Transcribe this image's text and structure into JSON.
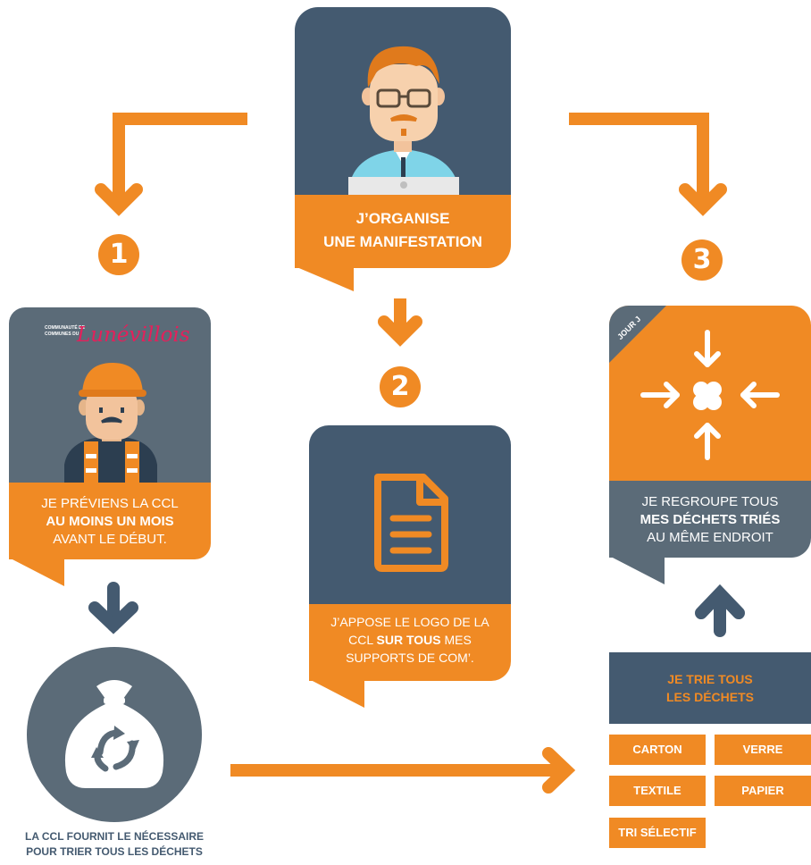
{
  "organizer": {
    "line1": "J’ORGANISE",
    "line2": "UNE MANIFESTATION"
  },
  "steps": {
    "one": "1",
    "two": "2",
    "three": "3"
  },
  "step1": {
    "logo_small_1": "COMMUNAUTÉ DE",
    "logo_small_2": "COMMUNES DU",
    "logo_script": "Lunévillois",
    "line1": "JE PRÉVIENS LA CCL",
    "line2": "AU MOINS UN MOIS",
    "line3": "AVANT LE DÉBUT."
  },
  "step2": {
    "line1": "J’APPOSE LE LOGO DE LA",
    "line2_prefix": "CCL ",
    "line2_bold": "SUR TOUS",
    "line2_suffix": " MES",
    "line3": "SUPPORTS DE COM’."
  },
  "step3": {
    "ribbon": "JOUR J",
    "line1": "JE REGROUPE TOUS",
    "line2": "MES DÉCHETS TRIÉS",
    "line3": "AU MÊME ENDROIT"
  },
  "bag": {
    "caption1": "LA CCL FOURNIT LE NÉCESSAIRE",
    "caption2": "POUR TRIER TOUS LES DÉCHETS"
  },
  "sort": {
    "title1": "JE TRIE TOUS",
    "title2": "LES DÉCHETS",
    "categories": [
      "CARTON",
      "VERRE",
      "TEXTILE",
      "PAPIER",
      "TRI SÉLECTIF"
    ]
  },
  "colors": {
    "orange": "#f08a24",
    "slate_blue": "#445a70",
    "grey": "#5b6b78"
  }
}
